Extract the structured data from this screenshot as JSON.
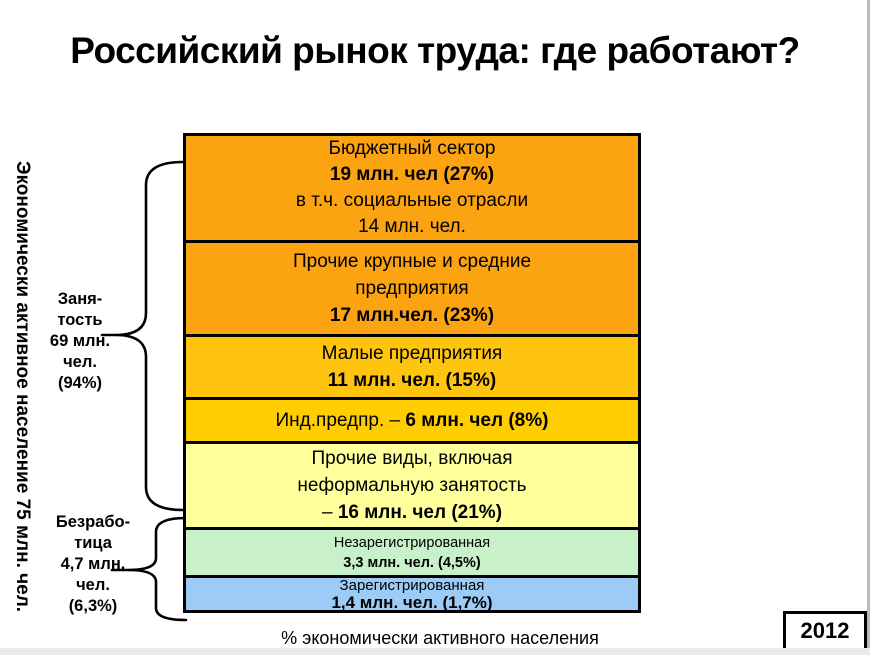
{
  "title": "Российский рынок труда: где работают?",
  "left_axis": {
    "vertical_label": "Экономически активное население 75 млн. чел.",
    "employment_label": "Заня-\nтость\n69 млн.\nчел.\n(94%)",
    "unemployment_label": "Безрабо-\nтица\n4,7 млн.\nчел.\n(6,3%)"
  },
  "footer": {
    "caption": "% экономически активного населения",
    "year": "2012"
  },
  "segments": [
    {
      "id": "budget-sector",
      "color": "#FCA311",
      "height": 107,
      "font_size": 19,
      "line_height": 26,
      "lines": [
        {
          "parts": [
            {
              "text": "Бюджетный сектор",
              "bold": false
            }
          ]
        },
        {
          "parts": [
            {
              "text": "19 млн. чел (27%)",
              "bold": true
            }
          ]
        },
        {
          "parts": [
            {
              "text": "в т.ч. социальные отрасли",
              "bold": false
            }
          ]
        },
        {
          "parts": [
            {
              "text": "14 млн. чел.",
              "bold": false
            }
          ]
        }
      ]
    },
    {
      "id": "large-medium-enterprises",
      "color": "#FCA311",
      "height": 94,
      "font_size": 19,
      "line_height": 27,
      "lines": [
        {
          "parts": [
            {
              "text": "Прочие крупные и средние",
              "bold": false
            }
          ]
        },
        {
          "parts": [
            {
              "text": "предприятия",
              "bold": false
            }
          ]
        },
        {
          "parts": [
            {
              "text": "17 млн.чел. (23%)",
              "bold": true
            }
          ]
        }
      ]
    },
    {
      "id": "small-enterprises",
      "color": "#FFC40D",
      "height": 63,
      "font_size": 19,
      "line_height": 27,
      "lines": [
        {
          "parts": [
            {
              "text": "Малые предприятия",
              "bold": false
            }
          ]
        },
        {
          "parts": [
            {
              "text": "11 млн. чел. (15%)",
              "bold": true
            }
          ]
        }
      ]
    },
    {
      "id": "individual-entrepreneurs",
      "color": "#FFCE00",
      "height": 44,
      "font_size": 19,
      "line_height": 26,
      "lines": [
        {
          "parts": [
            {
              "text": "Инд.предпр. – ",
              "bold": false
            },
            {
              "text": "6 млн. чел (8%)",
              "bold": true
            }
          ]
        }
      ]
    },
    {
      "id": "other-informal-employment",
      "color": "#FFFF9B",
      "height": 86,
      "font_size": 19,
      "line_height": 27,
      "lines": [
        {
          "parts": [
            {
              "text": "Прочие виды, включая",
              "bold": false
            }
          ]
        },
        {
          "parts": [
            {
              "text": "неформальную занятость",
              "bold": false
            }
          ]
        },
        {
          "parts": [
            {
              "text": "– ",
              "bold": false
            },
            {
              "text": "16 млн. чел (21%)",
              "bold": true
            }
          ]
        }
      ]
    },
    {
      "id": "unregistered-unemployment",
      "color": "#C9F1C9",
      "height": 48,
      "font_size": 14.5,
      "line_height": 20,
      "lines": [
        {
          "parts": [
            {
              "text": "Незарегистрированная",
              "bold": false
            }
          ]
        },
        {
          "parts": [
            {
              "text": "3,3 млн. чел. (4,5%)",
              "bold": true
            }
          ]
        }
      ]
    },
    {
      "id": "registered-unemployment",
      "color": "#9CCBF5",
      "height": 32,
      "font_size": 15,
      "line_height": 17,
      "lines": [
        {
          "parts": [
            {
              "text": "Зарегистрированная",
              "bold": false
            }
          ]
        },
        {
          "size": 17,
          "parts": [
            {
              "text": "1,4 млн. чел. (1,7%)",
              "bold": true
            }
          ]
        }
      ]
    }
  ],
  "chart_data": {
    "type": "bar",
    "stacked": true,
    "title": "Российский рынок труда: где работают?",
    "unit": "млн. чел.",
    "xlabel": "% экономически активного населения",
    "year": "2012",
    "total": {
      "label": "Экономически активное население",
      "value_mln": 75
    },
    "groups": [
      {
        "label": "Занятость",
        "value_mln": 69,
        "percent": 94,
        "segments": [
          "Бюджетный сектор",
          "Прочие крупные и средние предприятия",
          "Малые предприятия",
          "Инд.предпр.",
          "Прочие виды, включая неформальную занятость"
        ]
      },
      {
        "label": "Безработица",
        "value_mln": 4.7,
        "percent": 6.3,
        "segments": [
          "Незарегистрированная",
          "Зарегистрированная"
        ]
      }
    ],
    "categories": [
      "Бюджетный сектор",
      "Прочие крупные и средние предприятия",
      "Малые предприятия",
      "Инд.предпр.",
      "Прочие виды, включая неформальную занятость",
      "Незарегистрированная",
      "Зарегистрированная"
    ],
    "values_mln": [
      19,
      17,
      11,
      6,
      16,
      3.3,
      1.4
    ],
    "percents": [
      27,
      23,
      15,
      8,
      21,
      4.5,
      1.7
    ],
    "notes": [
      "Бюджетный сектор: в т.ч. социальные отрасли 14 млн. чел."
    ]
  }
}
